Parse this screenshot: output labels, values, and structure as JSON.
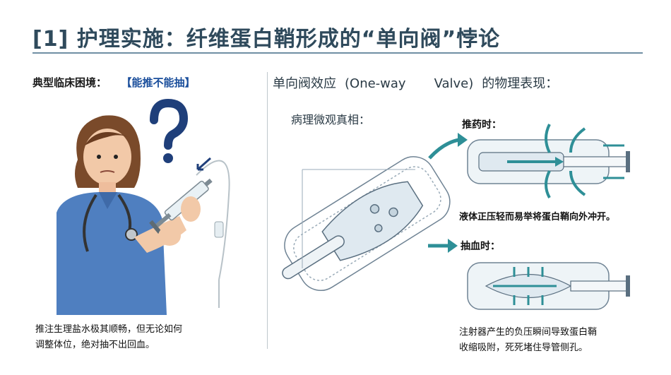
{
  "title": "[1] 护理实施：纤维蛋白鞘形成的“单向阀”悖论",
  "left": {
    "heading": "典型临床困境：",
    "tag": "【能推不能抽】",
    "caption_line1": "推注生理盐水极其顺畅，但无论如何",
    "caption_line2": "调整体位，绝对抽不出回血。"
  },
  "right": {
    "heading_cn": "单向阀效应",
    "heading_en1": "(One-way",
    "heading_en2": "Valve)",
    "heading_tail": "的物理表现：",
    "sub_heading": "病理微观真相：",
    "push_label": "推药时：",
    "push_desc": "液体正压轻而易举将蛋白鞘向外冲开。",
    "pull_label": "抽血时：",
    "pull_desc_line1": "注射器产生的负压瞬间导致蛋白鞘",
    "pull_desc_line2": "收缩吸附，死死堵住导管侧孔。"
  },
  "colors": {
    "title": "#2f4a5c",
    "tag": "#1b4f9c",
    "scrub": "#4f7fc0",
    "arrow_teal": "#2e8f97",
    "line": "#5a6f80"
  },
  "icons": [
    "question-mark-icon",
    "arrow-right-icon"
  ]
}
